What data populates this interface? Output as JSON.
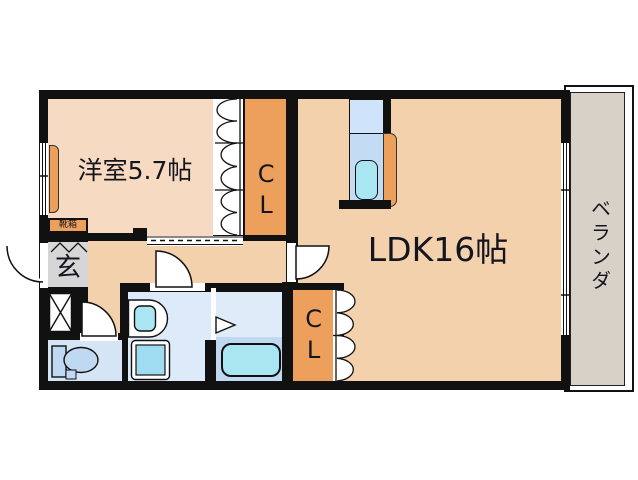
{
  "title": "apartment-floor-plan",
  "rooms": {
    "western_room": {
      "label": "洋室5.7帖"
    },
    "ldk": {
      "label": "LDK16帖"
    },
    "closet_upper": {
      "label": "CL"
    },
    "closet_lower": {
      "label": "CL"
    },
    "veranda": {
      "label": "ベランダ"
    },
    "entrance": {
      "label": "玄"
    },
    "shoe_box": {
      "label": "靴箱"
    }
  },
  "fixtures": {
    "icons": [
      "bathtub",
      "toilet",
      "washbasin",
      "washing-machine",
      "kitchen-sink",
      "pipe-shaft",
      "entry-door-arc",
      "toilet-door-arc",
      "washroom-door-arc",
      "ldk-door-arc",
      "folding-door",
      "sliding-door",
      "window",
      "bath-folding-door",
      "step-marks",
      "door-panel"
    ]
  },
  "colors": {
    "wall": "#111111",
    "western-room": "#F6DAC1",
    "ldk": "#F3D1AC",
    "closet": "#EDA05C",
    "veranda": "#D8D1C8",
    "genkan": "#D6D6D6",
    "wet-room": "#DCEAF9",
    "toilet-room": "#D5E5F6",
    "bath-lower": "#C0D9F0",
    "water-cyan": "#A9E6F2",
    "kitchen-counter": "#C3DBF3",
    "kitchen-upper": "#CFE4FA",
    "fixture-blue": "#BFD9F2",
    "text": "#15151F"
  }
}
